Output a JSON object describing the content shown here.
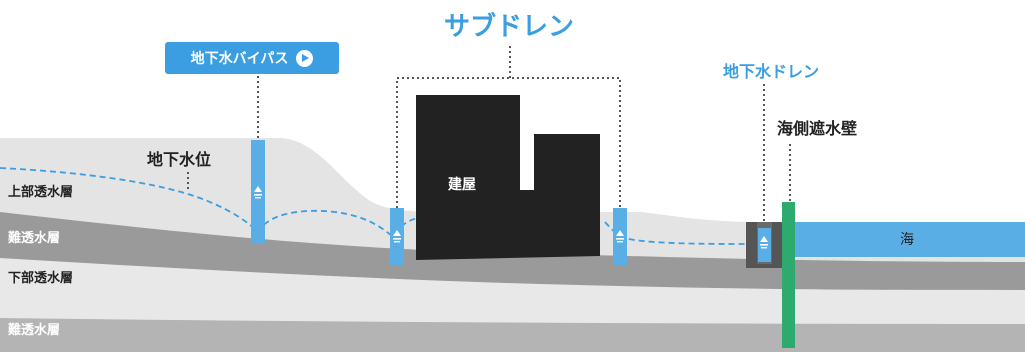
{
  "labels": {
    "subdrain": "サブドレン",
    "bypass": "地下水バイパス",
    "groundwater_drain": "地下水ドレン",
    "seaside_wall": "海側遮水壁",
    "groundwater_level": "地下水位",
    "building": "建屋",
    "sea": "海",
    "upper_permeable": "上部透水層",
    "low_permeable_1": "難透水層",
    "lower_permeable": "下部透水層",
    "low_permeable_2": "難透水層"
  },
  "icons": {
    "bypass_button": "play-circle-icon",
    "well_marker": "water-level-triangle-icon"
  },
  "colors": {
    "accent_blue": "#3a9ee0",
    "well_blue": "#5aaee6",
    "sea_blue": "#5aaee6",
    "building": "#222222",
    "wall_green": "#2eaa6e",
    "upper_layer": "#e4e4e4",
    "low_permeable_layer": "#9a9a9a",
    "lower_layer": "#e8e8e8",
    "dotted_line": "#555555"
  }
}
